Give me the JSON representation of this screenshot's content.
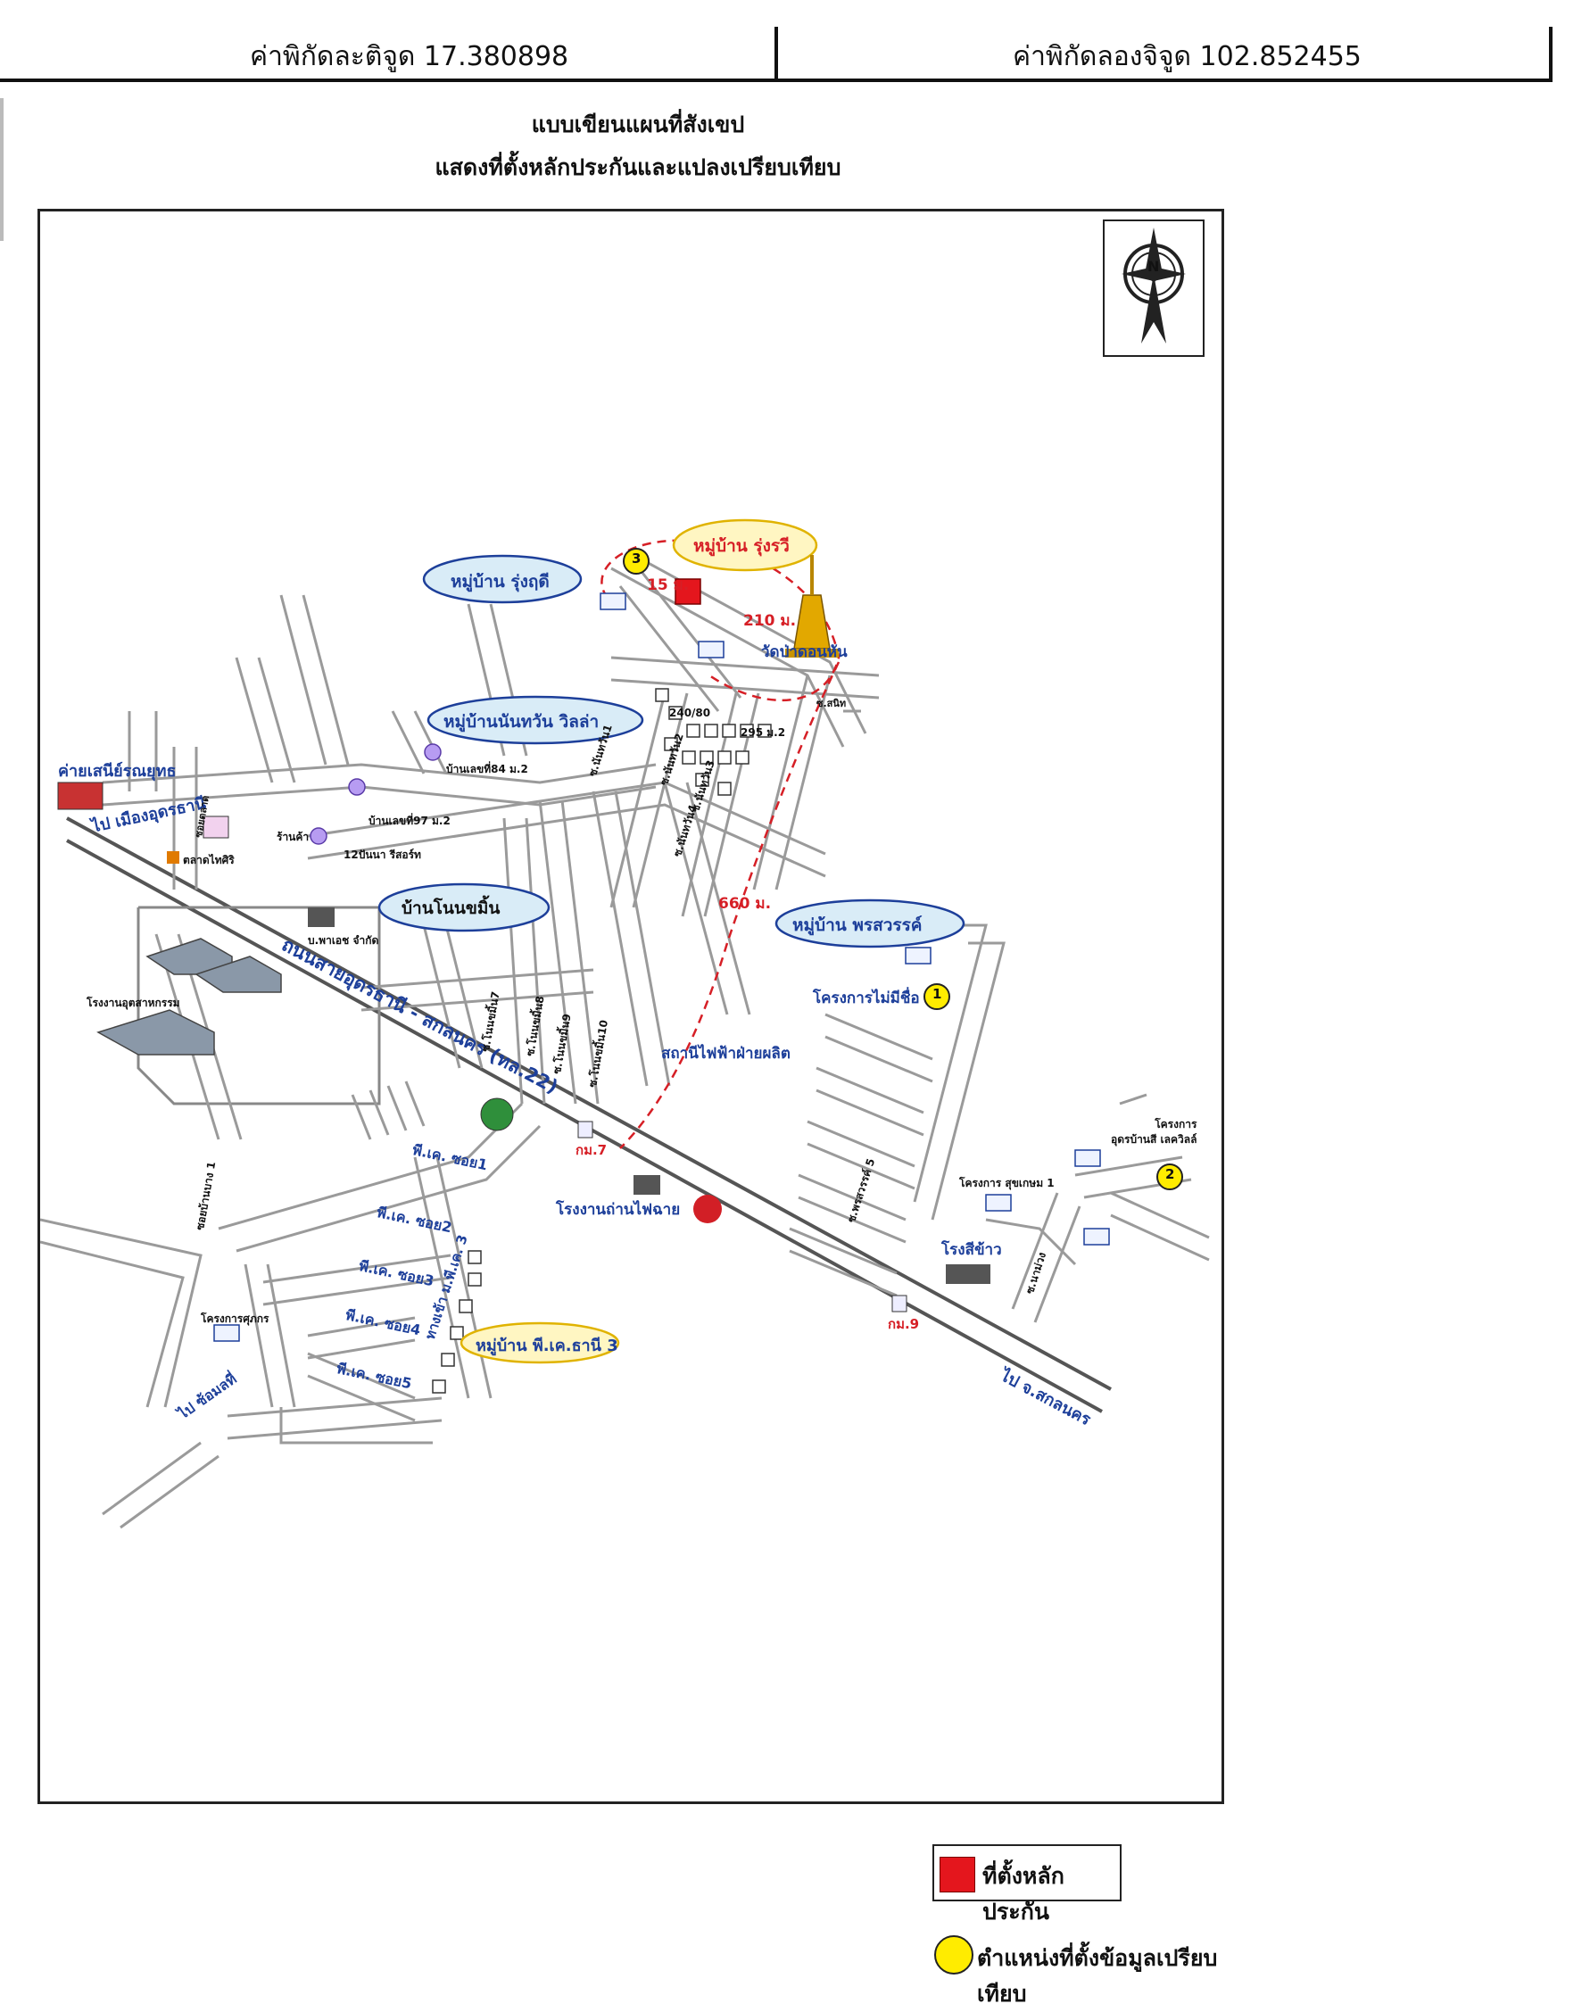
{
  "header": {
    "latitude_label": "ค่าพิกัดละติจูด 17.380898",
    "longitude_label": "ค่าพิกัดลองจิจูด 102.852455"
  },
  "titles": {
    "line1": "แบบเขียนแผนที่สังเขป",
    "line2": "แสดงที่ตั้งหลักประกันและแปลงเปรียบเทียบ"
  },
  "compass": {
    "letter": "N"
  },
  "map": {
    "villages": {
      "rungrudee": "หมู่บ้าน รุ่งฤดี",
      "rungrawee": "หมู่บ้าน รุ่งรวี",
      "nanthawan": "หมู่บ้านนันทวัน วิลล่า",
      "nonsamin": "บ้านโนนขมิ้น",
      "pornsawan": "หมู่บ้าน พรสวรรค์",
      "pk_thani3": "หมู่บ้าน พี.เค.ธานี 3"
    },
    "distances": {
      "d15": "15 ม.",
      "d210": "210 ม.",
      "d660": "660 ม."
    },
    "places": {
      "temple": "วัดป่าดอนหัน",
      "camp": "ค่ายเสนีย์รณยุทธ",
      "market": "ตลาดไทศิริ",
      "factory": "โรงงานอุตสาหกรรม",
      "pa_aec": "บ.พาเอช จำกัด",
      "shop": "ร้านค้า",
      "house84": "บ้านเลขที่84 ม.2",
      "house97": "บ้านเลขที่97 ม.2",
      "pinna": "12ปันนา รีสอร์ท",
      "project_noname": "โครงการไม่มีชื่อ",
      "substation": "สถานีไฟฟ้าฝ่ายผลิต",
      "charcoal": "โรงงานถ่านไฟฉาย",
      "rice_mill": "โรงสีข้าว",
      "project_suk": "โครงการ สุขเกษม 1",
      "project_udon": "โครงการ\nอุดรบ้านสี เลควิลล์",
      "project_sukkorn": "โครงการศุภกร",
      "km7": "กม.7",
      "km9": "กม.9",
      "house240": "240/80",
      "house295": "295 ม.2",
      "to_udon": "ไป เมืองอุดรธานี",
      "to_sakon": "ไป จ.สกลนคร",
      "to_sommalee": "ไป ซ้อมลที่",
      "highway": "ถนนสายอุดรธานี - สกลนคร (ทล.22)",
      "sanit": "ซ.สนิท"
    },
    "sois": {
      "pk1": "พี.เค. ซอย1",
      "pk2": "พี.เค. ซอย2",
      "pk3": "พี.เค. ซอย3",
      "pk4": "พี.เค. ซอย4",
      "pk5": "พี.เค. ซอย5",
      "pk_main": "ทางเข้า ม.พี.เค. 3",
      "nan1": "ซ.นันทวัน1",
      "nan2": "ซ.นันทวัน2",
      "nan3": "ซ.นันทวัน3",
      "nan4": "ซ.นันทวัน4",
      "non7": "ซ.โนนขมิ้น7",
      "non8": "ซ.โนนขมิ้น8",
      "non9": "ซ.โนนขมิ้น9",
      "non10": "ซ.โนนขมิ้น10",
      "porn5": "ซ.พรสวรรค์ 5",
      "ban1": "ซอยบ้านบาง 1",
      "namon": "ซ.นาม่วง",
      "market_soi": "ซอยตลาด"
    },
    "markers": {
      "c1": "1",
      "c2": "2",
      "c3": "3"
    }
  },
  "legend": {
    "collateral_label": "ที่ตั้งหลักประกัน",
    "comparison_label": "ตำแหน่งที่ตั้งข้อมูลเปรียบเทียบ",
    "collateral_color": "#e4161d",
    "comparison_color": "#ffec00"
  },
  "colors": {
    "road": "#9a9a9a",
    "label_blue": "#1d3f9a",
    "distance_red": "#d61f26",
    "ellipse_fill": "#d9ecf7"
  }
}
